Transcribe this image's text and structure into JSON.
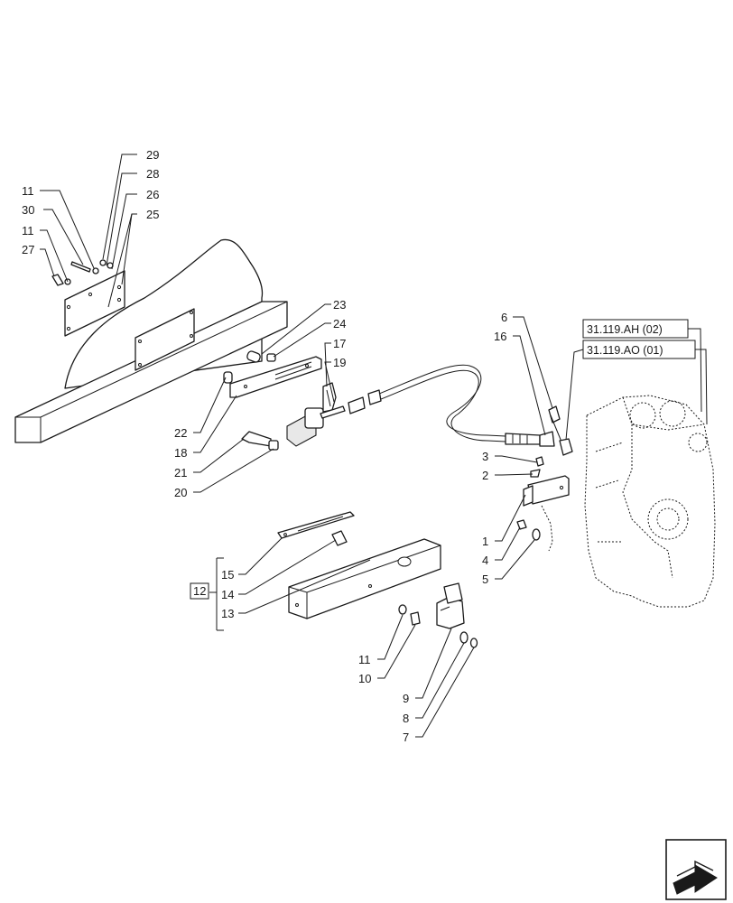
{
  "callouts": {
    "n29": "29",
    "n28": "28",
    "n26": "26",
    "n25": "25",
    "n11a": "11",
    "n30": "30",
    "n11b": "11",
    "n27": "27",
    "n23": "23",
    "n24": "24",
    "n17": "17",
    "n19": "19",
    "n22": "22",
    "n18": "18",
    "n21": "21",
    "n20": "20",
    "n6": "6",
    "n16": "16",
    "n3": "3",
    "n2": "2",
    "n1": "1",
    "n4": "4",
    "n5": "5",
    "n15": "15",
    "n14": "14",
    "n13": "13",
    "n12": "12",
    "n11c": "11",
    "n10": "10",
    "n9": "9",
    "n8": "8",
    "n7": "7"
  },
  "references": {
    "ref_ah": "31.119.AH (02)",
    "ref_ao": "31.119.AO (01)"
  },
  "nav_icon": "arrow-next-icon"
}
